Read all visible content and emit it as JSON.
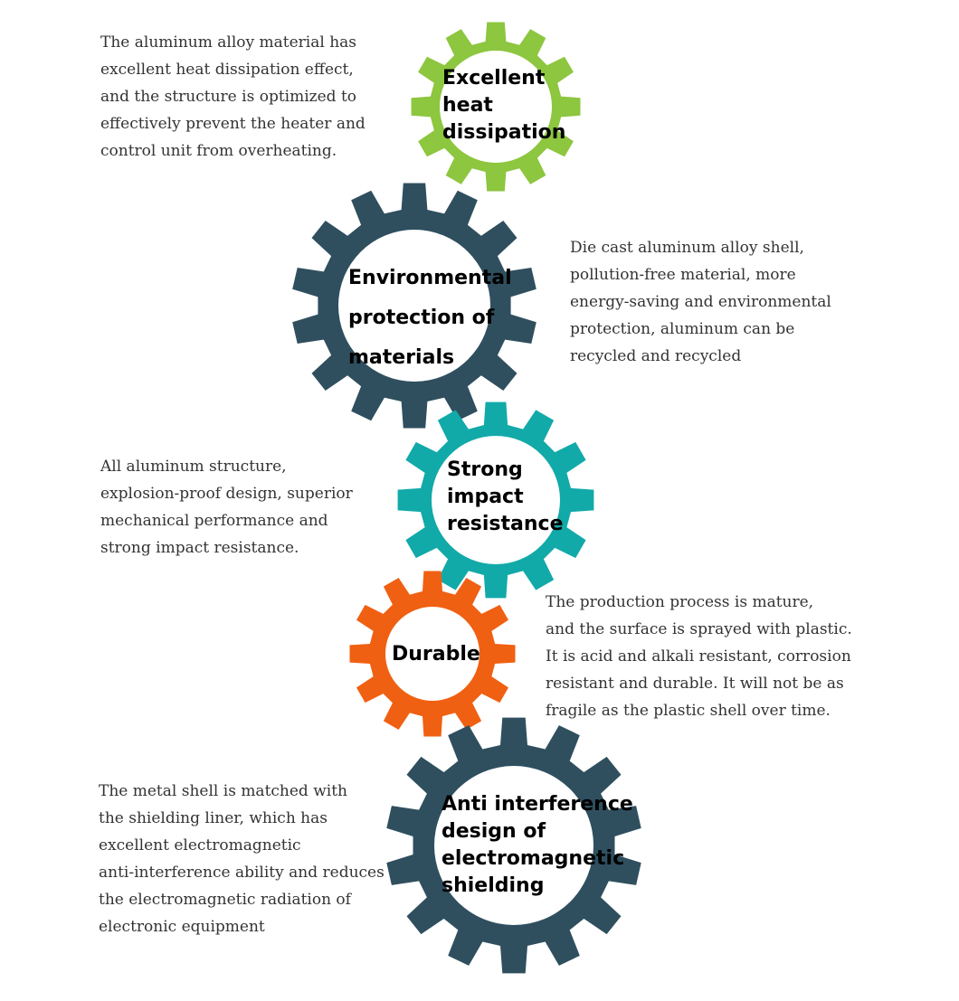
{
  "gears": [
    {
      "id": "heat",
      "color": "#8dc63f",
      "title_lines": [
        "Excellent",
        "heat",
        "dissipation"
      ],
      "desc_lines": [
        "The aluminum alloy material has",
        "excellent heat dissipation effect,",
        "and the structure is optimized to",
        "effectively prevent the heater and",
        "control unit from overheating."
      ]
    },
    {
      "id": "env",
      "color": "#2f4f5f",
      "title_lines": [
        "Environmental",
        "protection of",
        "materials"
      ],
      "desc_lines": [
        "Die cast aluminum alloy shell,",
        "pollution-free material, more",
        "energy-saving and environmental",
        "protection, aluminum can be",
        "recycled and recycled"
      ]
    },
    {
      "id": "impact",
      "color": "#12a9a9",
      "title_lines": [
        "Strong",
        "impact",
        "resistance"
      ],
      "desc_lines": [
        "All aluminum structure,",
        "explosion-proof design, superior",
        "mechanical performance and",
        "strong impact resistance."
      ]
    },
    {
      "id": "durable",
      "color": "#f06012",
      "title_lines": [
        "Durable"
      ],
      "desc_lines": [
        "The production process is mature,",
        "and the surface is sprayed with plastic.",
        "It is acid and alkali resistant, corrosion",
        "resistant and durable. It will not be as",
        "fragile as the plastic shell over time."
      ]
    },
    {
      "id": "emi",
      "color": "#2f4f5f",
      "title_lines": [
        "Anti interference",
        "design of",
        "electromagnetic",
        "shielding"
      ],
      "desc_lines": [
        "The metal shell is matched with",
        "the shielding liner, which has",
        "excellent electromagnetic",
        "anti-interference ability and reduces",
        "the electromagnetic radiation of",
        "electronic equipment"
      ]
    }
  ]
}
